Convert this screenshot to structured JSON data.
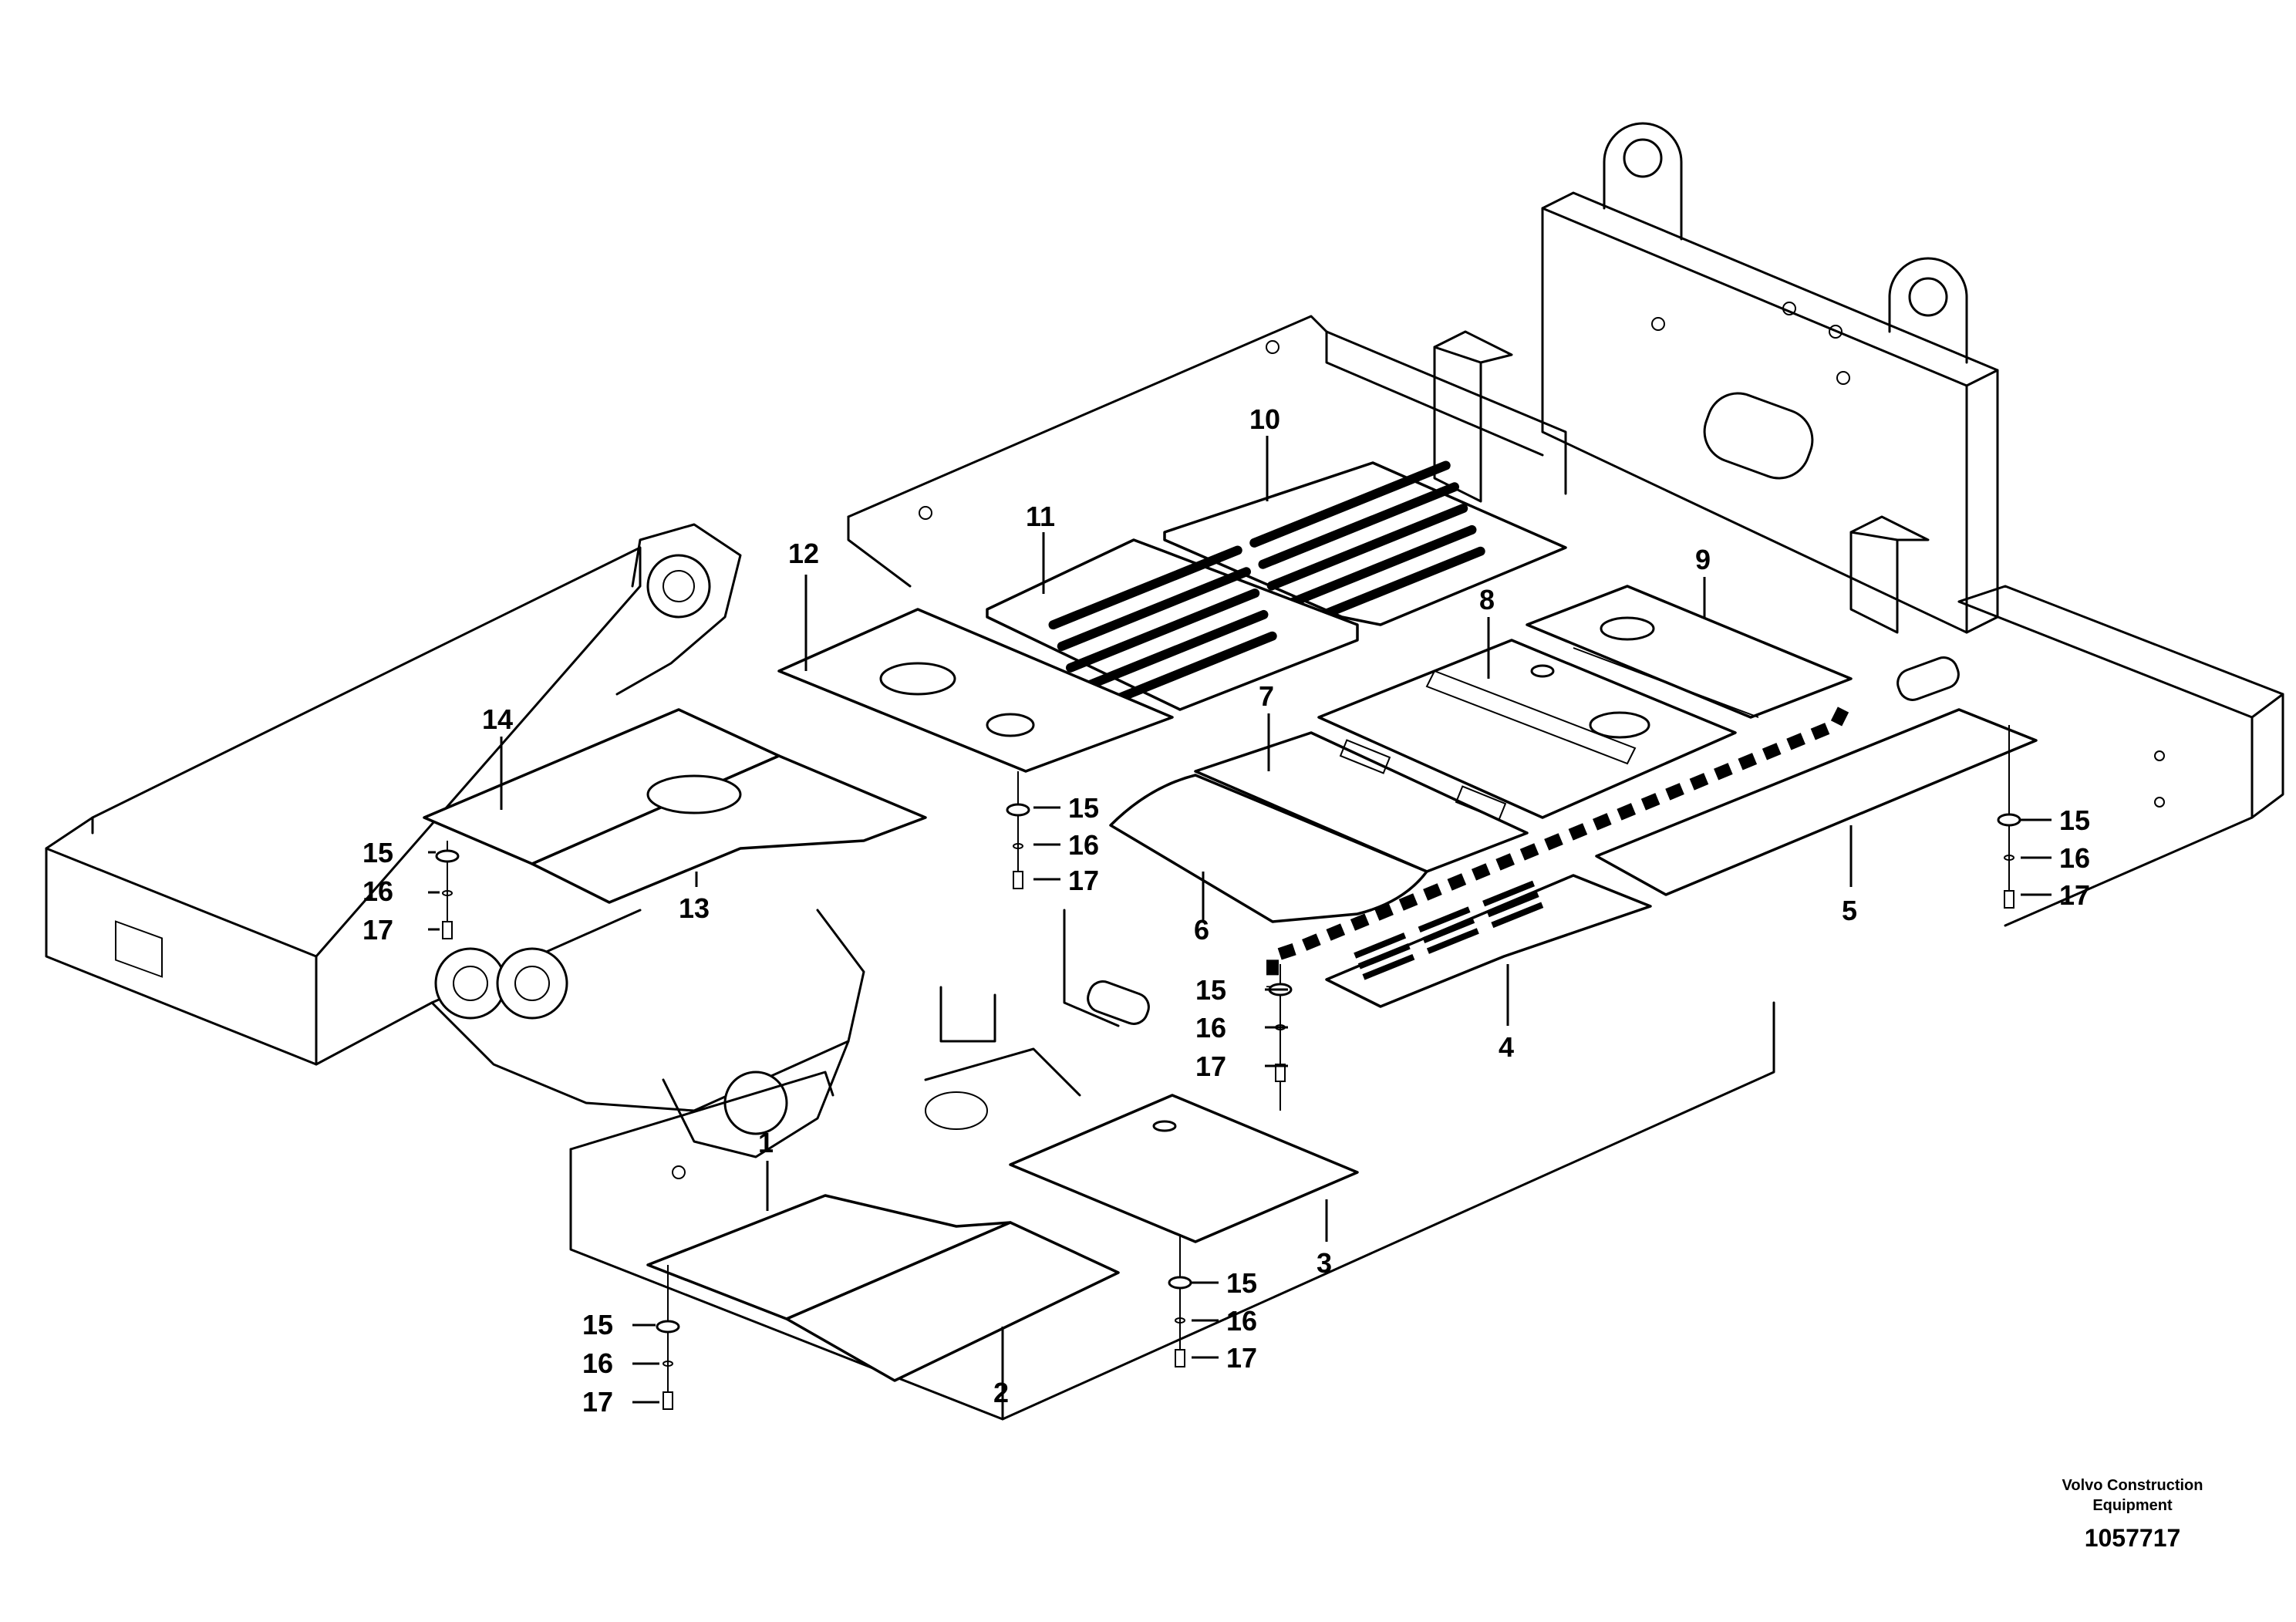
{
  "callouts": [
    {
      "id": "1",
      "text": "1"
    },
    {
      "id": "2",
      "text": "2"
    },
    {
      "id": "3",
      "text": "3"
    },
    {
      "id": "4",
      "text": "4"
    },
    {
      "id": "5",
      "text": "5"
    },
    {
      "id": "6",
      "text": "6"
    },
    {
      "id": "7",
      "text": "7"
    },
    {
      "id": "8",
      "text": "8"
    },
    {
      "id": "9",
      "text": "9"
    },
    {
      "id": "10",
      "text": "10"
    },
    {
      "id": "11",
      "text": "11"
    },
    {
      "id": "12",
      "text": "12"
    },
    {
      "id": "13",
      "text": "13"
    },
    {
      "id": "14",
      "text": "14"
    },
    {
      "id": "15",
      "text": "15"
    },
    {
      "id": "16",
      "text": "16"
    },
    {
      "id": "17",
      "text": "17"
    }
  ],
  "brand": {
    "line1": "Volvo Construction",
    "line2": "Equipment"
  },
  "document_number": "1057717"
}
